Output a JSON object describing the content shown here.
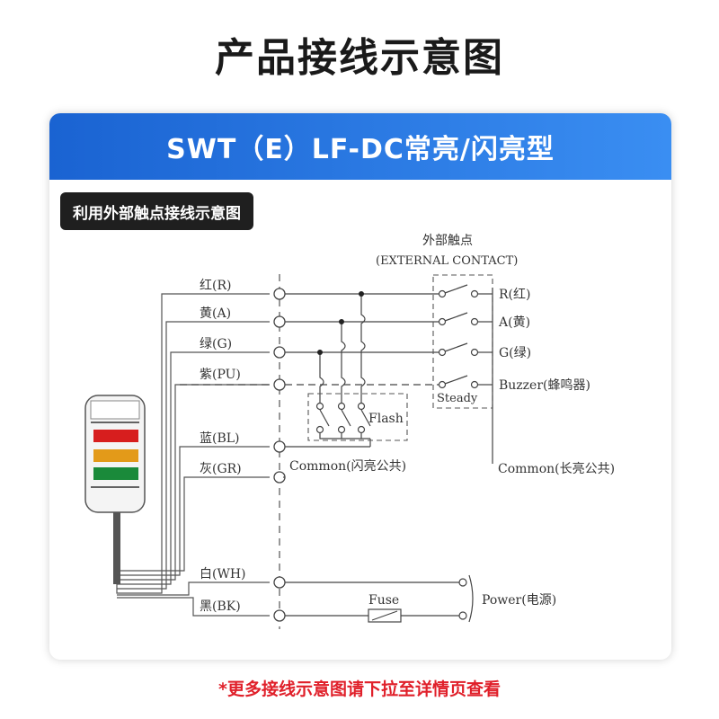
{
  "page": {
    "title": "产品接线示意图"
  },
  "card": {
    "header": "SWT（E）LF-DC常亮/闪亮型",
    "tag": "利用外部触点接线示意图"
  },
  "diagram": {
    "external_contact_cn": "外部触点",
    "external_contact_en": "(EXTERNAL CONTACT)",
    "left_wires": [
      "红(R)",
      "黄(A)",
      "绿(G)",
      "紫(PU)",
      "蓝(BL)",
      "灰(GR)",
      "白(WH)",
      "黑(BK)"
    ],
    "right_labels": [
      "R(红)",
      "A(黄)",
      "G(绿)",
      "Buzzer(蜂鸣器)"
    ],
    "steady": "Steady",
    "flash": "Flash",
    "common_flash": "Common(闪亮公共)",
    "common_steady": "Common(长亮公共)",
    "fuse": "Fuse",
    "power": "Power(电源)"
  },
  "tower_light": {
    "layers": [
      "red",
      "amber",
      "green"
    ],
    "colors": [
      "#d71e1e",
      "#e39a19",
      "#1a8a3a"
    ]
  },
  "footer": {
    "note": "*更多接线示意图请下拉至详情页查看"
  }
}
